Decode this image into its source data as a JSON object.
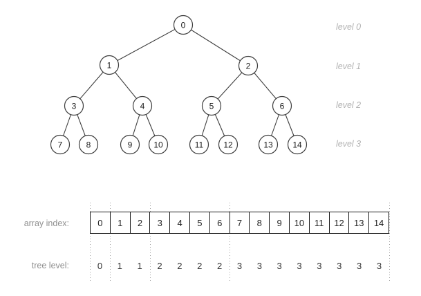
{
  "tree": {
    "nodes": [
      {
        "label": "0",
        "level": 0
      },
      {
        "label": "1",
        "level": 1
      },
      {
        "label": "2",
        "level": 1
      },
      {
        "label": "3",
        "level": 2
      },
      {
        "label": "4",
        "level": 2
      },
      {
        "label": "5",
        "level": 2
      },
      {
        "label": "6",
        "level": 2
      },
      {
        "label": "7",
        "level": 3
      },
      {
        "label": "8",
        "level": 3
      },
      {
        "label": "9",
        "level": 3
      },
      {
        "label": "10",
        "level": 3
      },
      {
        "label": "11",
        "level": 3
      },
      {
        "label": "12",
        "level": 3
      },
      {
        "label": "13",
        "level": 3
      },
      {
        "label": "14",
        "level": 3
      }
    ],
    "edges": [
      [
        "0",
        "1"
      ],
      [
        "0",
        "2"
      ],
      [
        "1",
        "3"
      ],
      [
        "1",
        "4"
      ],
      [
        "2",
        "5"
      ],
      [
        "2",
        "6"
      ],
      [
        "3",
        "7"
      ],
      [
        "3",
        "8"
      ],
      [
        "4",
        "9"
      ],
      [
        "4",
        "10"
      ],
      [
        "5",
        "11"
      ],
      [
        "5",
        "12"
      ],
      [
        "6",
        "13"
      ],
      [
        "6",
        "14"
      ]
    ],
    "level_labels": [
      "level 0",
      "level 1",
      "level 2",
      "level 3"
    ]
  },
  "array": {
    "label": "array index:",
    "values": [
      "0",
      "1",
      "2",
      "3",
      "4",
      "5",
      "6",
      "7",
      "8",
      "9",
      "10",
      "11",
      "12",
      "13",
      "14"
    ]
  },
  "tree_level_row": {
    "label": "tree level:",
    "values": [
      "0",
      "1",
      "1",
      "2",
      "2",
      "2",
      "2",
      "3",
      "3",
      "3",
      "3",
      "3",
      "3",
      "3",
      "3"
    ]
  },
  "level_boundaries": [
    0,
    1,
    3,
    7,
    15
  ],
  "colors": {
    "background": "#ffffff",
    "node_fill": "#ffffff",
    "node_stroke": "#3d3d3d",
    "edge": "#3d3d3d",
    "node_text": "#1a1a1a",
    "box_border": "#1a1a1a",
    "cell_text": "#222222",
    "row_label_gray": "#8f8f8f",
    "level_label_gray": "#b3b3b3",
    "dotted_line_gray": "#a0a0a0"
  }
}
